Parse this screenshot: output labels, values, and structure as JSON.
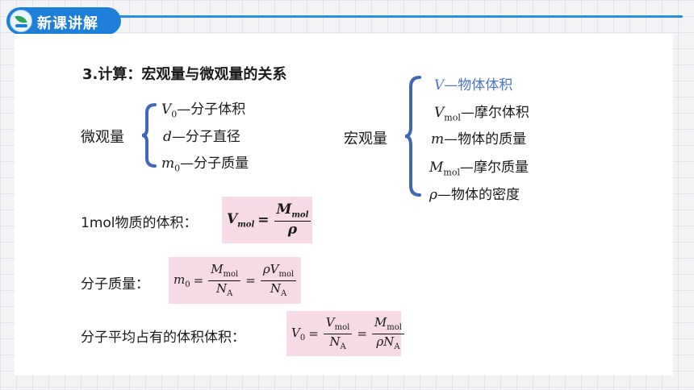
{
  "header": {
    "badge": "新课讲解"
  },
  "section_title": "3.计算：宏观量与微观量的关系",
  "micro": {
    "label": "微观量",
    "items": [
      {
        "sym": "V",
        "sub": "0",
        "desc": "—分子体积"
      },
      {
        "sym": "d",
        "sub": "",
        "desc": "—分子直径"
      },
      {
        "sym": "m",
        "sub": "0",
        "desc": "—分子质量"
      }
    ]
  },
  "macro": {
    "label": "宏观量",
    "items": [
      {
        "sym": "V",
        "sub": "",
        "desc": "—物体体积"
      },
      {
        "sym": "V",
        "sub": "mol",
        "desc": "—摩尔体积"
      },
      {
        "sym": "m",
        "sub": "",
        "desc": "—物体的质量"
      },
      {
        "sym": "M",
        "sub": "mol",
        "desc": "—摩尔质量"
      },
      {
        "sym": "ρ",
        "sub": "",
        "desc": "—物体的密度"
      }
    ]
  },
  "formulas": {
    "molar_volume_label": "1mol物质的体积：",
    "molecule_mass_label": "分子质量：",
    "molecule_volume_label": "分子平均占有的体积体积："
  },
  "colors": {
    "accent": "#1e7fd8",
    "highlight_text": "#4a74c6",
    "formula_bg": "#f6dbe6"
  }
}
